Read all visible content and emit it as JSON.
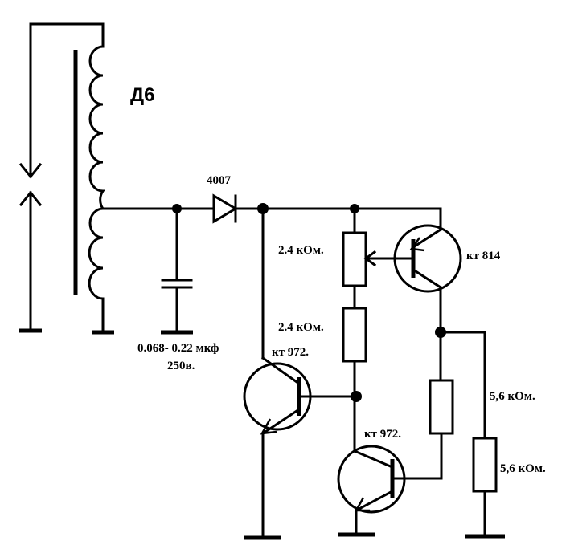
{
  "labels": {
    "coil": "Д6",
    "diode": "4007",
    "capacitor_value": "0.068- 0.22 мкф",
    "capacitor_voltage": "250в.",
    "pot": "2.4 кОм.",
    "r1": "2.4 кОм.",
    "q_power": "кт 814",
    "q_left": "кт 972.",
    "q_bottom": "кт 972.",
    "r_right": "5,6 кОм.",
    "r_far_right": "5,6 кОм."
  }
}
